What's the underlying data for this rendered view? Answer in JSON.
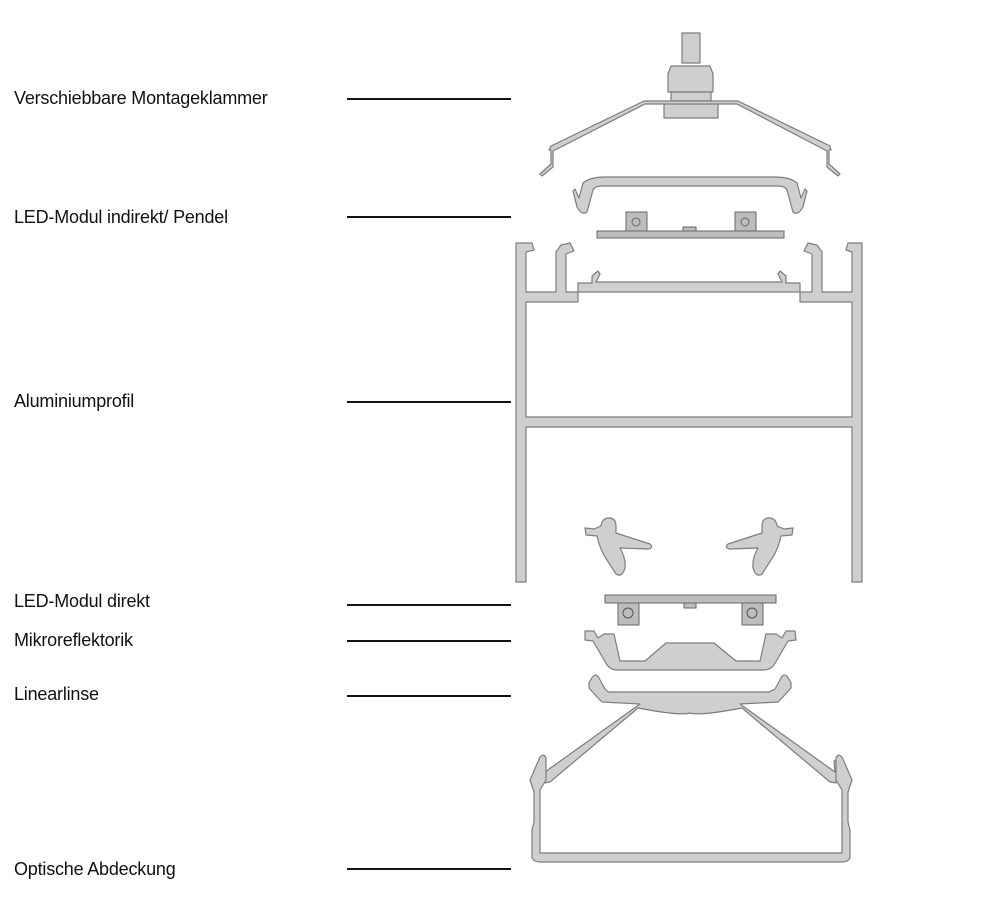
{
  "labels": [
    {
      "id": "montageklammer",
      "text": "Verschiebbare Montageklammer"
    },
    {
      "id": "led-indirekt",
      "text": "LED-Modul indirekt/ Pendel"
    },
    {
      "id": "aluminiumprofil",
      "text": "Aluminiumprofil"
    },
    {
      "id": "led-direkt",
      "text": "LED-Modul direkt"
    },
    {
      "id": "mikroreflektorik",
      "text": "Mikroreflektorik"
    },
    {
      "id": "linearlinse",
      "text": "Linearlinse"
    },
    {
      "id": "abdeckung",
      "text": "Optische Abdeckung"
    }
  ],
  "colors": {
    "part_fill": "#cfcfcf",
    "part_stroke": "#7d7d7d",
    "text": "#111111"
  }
}
